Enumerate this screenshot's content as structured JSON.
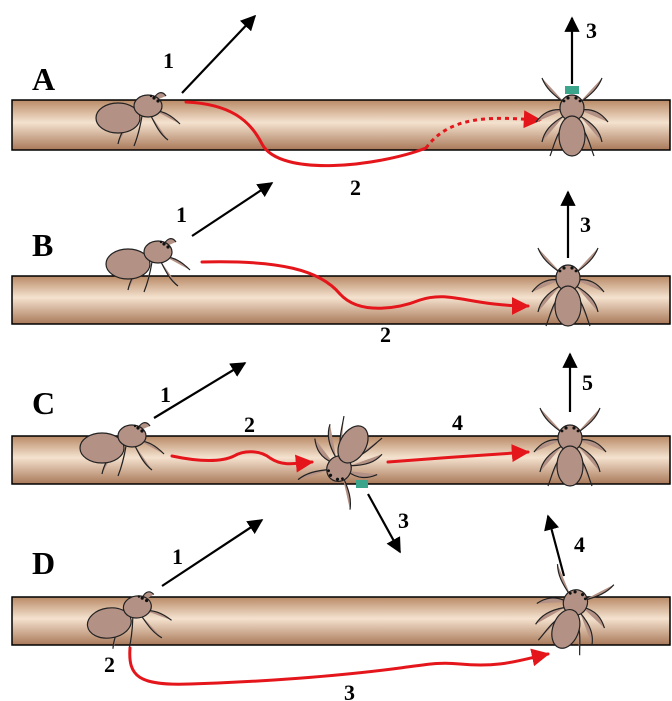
{
  "colors": {
    "twig_light": "#f4e2cf",
    "twig_dark": "#b98a66",
    "spider": "#b49185",
    "trajectory": "#e4161b",
    "arrow": "#000000",
    "chelicerae": "#3aa58a"
  },
  "panels": [
    {
      "letter": "A",
      "labels": [
        "1",
        "2",
        "3"
      ]
    },
    {
      "letter": "B",
      "labels": [
        "1",
        "2",
        "3"
      ]
    },
    {
      "letter": "C",
      "labels": [
        "1",
        "2",
        "3",
        "4",
        "5"
      ]
    },
    {
      "letter": "D",
      "labels": [
        "1",
        "2",
        "3",
        "4"
      ]
    }
  ]
}
